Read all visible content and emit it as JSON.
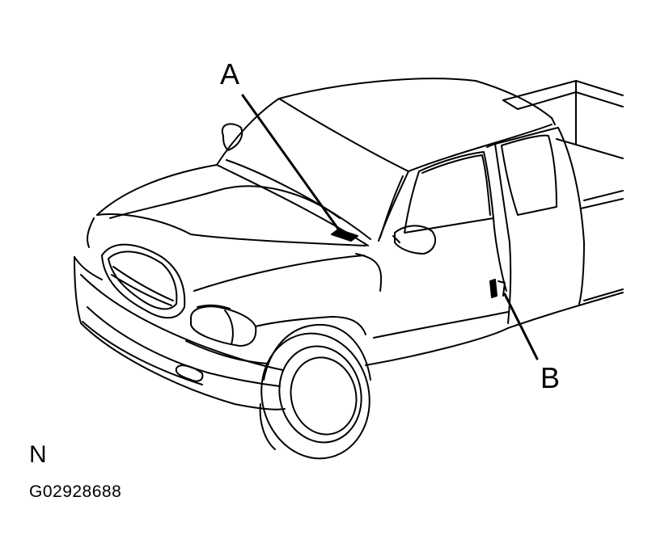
{
  "diagram": {
    "callouts": [
      {
        "id": "A",
        "label": "A"
      },
      {
        "id": "B",
        "label": "B"
      }
    ],
    "view_code": "N",
    "figure_id": "G02928688"
  },
  "colors": {
    "line": "#000000",
    "background": "#ffffff"
  }
}
